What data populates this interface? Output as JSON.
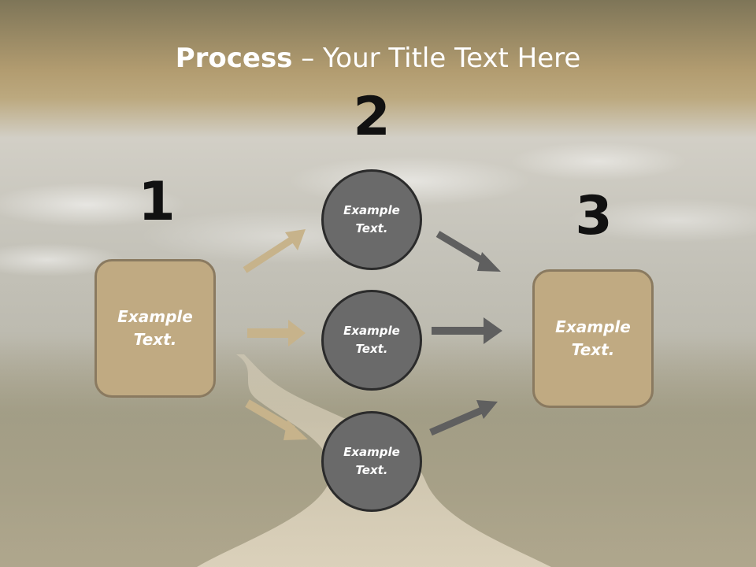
{
  "slide": {
    "title_bold": "Process",
    "title_rest": " – Your Title Text Here"
  },
  "steps": [
    {
      "number": "1",
      "label": "Example Text."
    },
    {
      "number": "2",
      "label": "Example Text."
    },
    {
      "number": "3",
      "label": "Example Text."
    }
  ],
  "middle_circles": [
    {
      "label": "Example Text."
    },
    {
      "label": "Example Text."
    },
    {
      "label": "Example Text."
    }
  ],
  "colors": {
    "box_fill": "#c0aa82",
    "box_border": "#8a7a60",
    "circle_fill": "#6a6a6a",
    "circle_border": "#2b2b2b",
    "left_arrows": "#c7b38b",
    "right_arrows": "#5f5f5f",
    "title_text": "#ffffff",
    "number_text": "#111111"
  }
}
